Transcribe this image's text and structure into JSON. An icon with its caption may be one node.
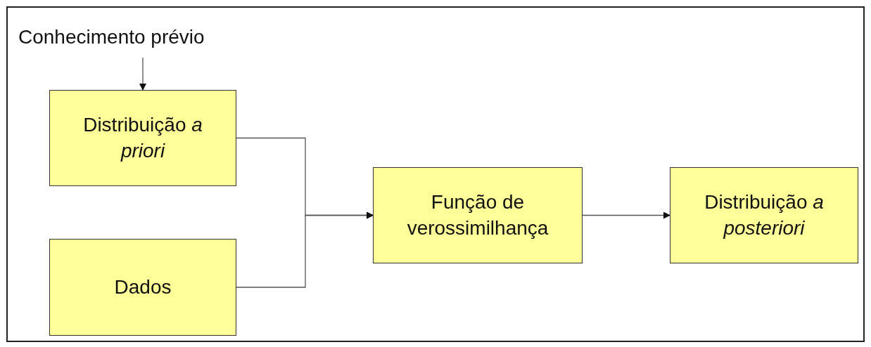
{
  "diagram": {
    "nodes": [
      {
        "text": [
          "Conhecimento prévio"
        ]
      },
      {
        "text": [
          "Distribuição *a priori*"
        ]
      },
      {
        "text": [
          "Dados"
        ]
      },
      {
        "text": [
          "Função de verossimilhança"
        ]
      },
      {
        "text": [
          "Distribuição *a posteriori*"
        ]
      }
    ],
    "edges": [
      {
        "from": 0,
        "to": 1,
        "arrow": "to"
      },
      {
        "from": 1,
        "to": 3,
        "arrow": "to"
      },
      {
        "from": 2,
        "to": 3,
        "arrow": "to"
      },
      {
        "from": 3,
        "to": 4,
        "arrow": "to"
      }
    ]
  }
}
